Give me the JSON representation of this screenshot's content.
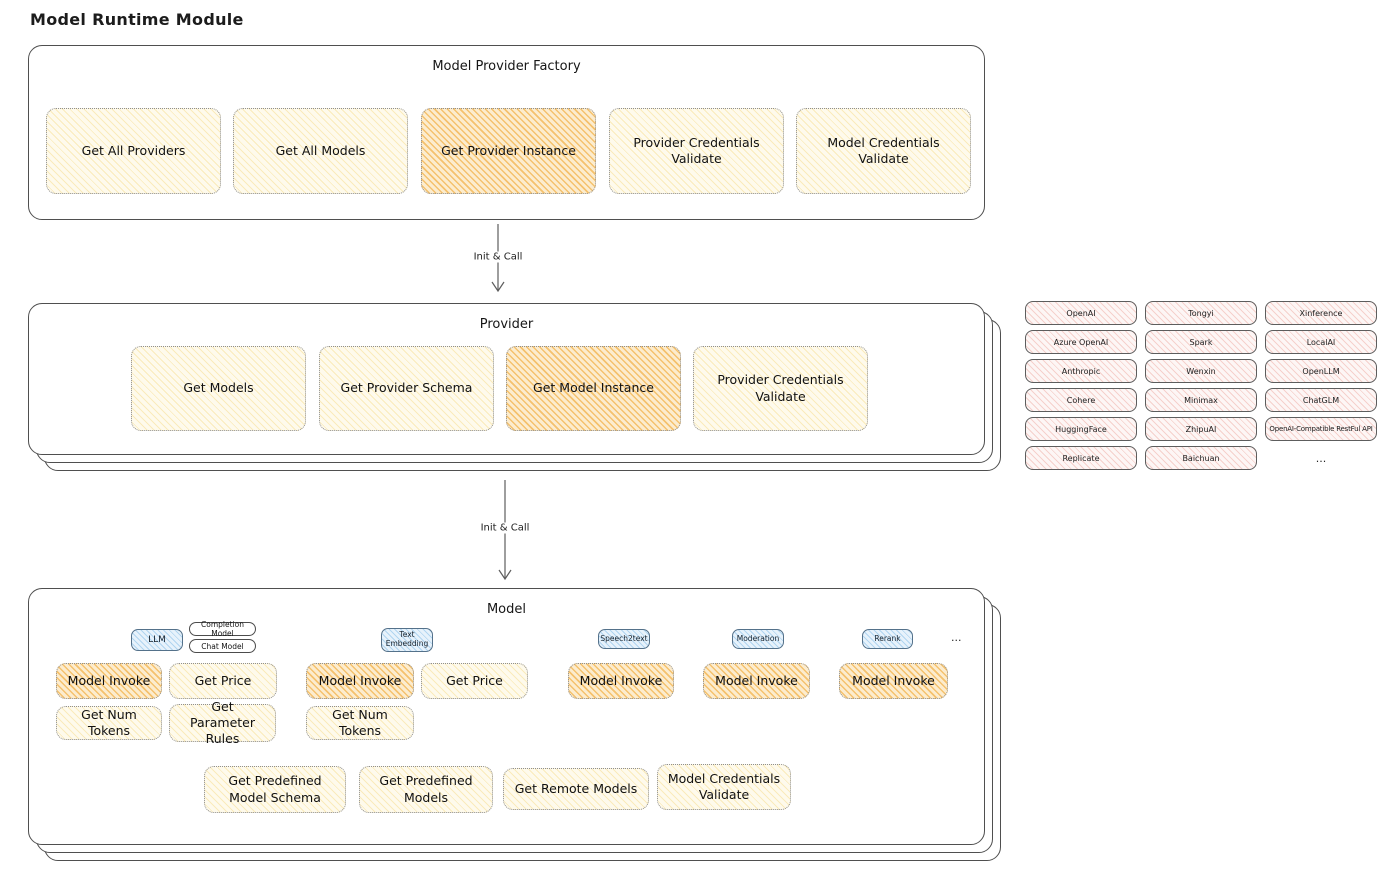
{
  "page_title": "Model Runtime Module",
  "arrows": {
    "first": "Init & Call",
    "second": "Init & Call"
  },
  "factory": {
    "title": "Model Provider Factory",
    "buttons": [
      {
        "label": "Get All Providers",
        "highlight": false
      },
      {
        "label": "Get All Models",
        "highlight": false
      },
      {
        "label": "Get Provider Instance",
        "highlight": true
      },
      {
        "label": "Provider Credentials Validate",
        "highlight": false
      },
      {
        "label": "Model Credentials Validate",
        "highlight": false
      }
    ]
  },
  "provider": {
    "title": "Provider",
    "buttons": [
      {
        "label": "Get Models",
        "highlight": false
      },
      {
        "label": "Get Provider Schema",
        "highlight": false
      },
      {
        "label": "Get Model Instance",
        "highlight": true
      },
      {
        "label": "Provider Credentials Validate",
        "highlight": false
      }
    ]
  },
  "providers_list": {
    "rows": [
      [
        "OpenAI",
        "Tongyi",
        "Xinference"
      ],
      [
        "Azure OpenAI",
        "Spark",
        "LocalAI"
      ],
      [
        "Anthropic",
        "Wenxin",
        "OpenLLM"
      ],
      [
        "Cohere",
        "Minimax",
        "ChatGLM"
      ],
      [
        "HuggingFace",
        "ZhipuAI",
        "OpenAI-Compatible RestFul API"
      ],
      [
        "Replicate",
        "Baichuan",
        "..."
      ]
    ]
  },
  "model": {
    "title": "Model",
    "tabs": {
      "llm": "LLM",
      "completion": "Completion Model",
      "chat": "Chat Model",
      "embedding": "Text Embedding",
      "speech": "Speech2text",
      "moderation": "Moderation",
      "rerank": "Rerank",
      "more": "..."
    },
    "llm_group": {
      "invoke": "Model Invoke",
      "get_price": "Get Price",
      "get_num_tokens": "Get Num Tokens",
      "get_parameter_rules": "Get Parameter Rules"
    },
    "embedding_group": {
      "invoke": "Model Invoke",
      "get_price": "Get Price",
      "get_num_tokens": "Get Num Tokens"
    },
    "speech_group": {
      "invoke": "Model Invoke"
    },
    "moderation_group": {
      "invoke": "Model Invoke"
    },
    "rerank_group": {
      "invoke": "Model Invoke"
    },
    "common": {
      "get_predefined_model_schema": "Get Predefined Model Schema",
      "get_predefined_models": "Get Predefined Models",
      "get_remote_models": "Get Remote Models",
      "model_credentials_validate": "Model Credentials Validate"
    }
  },
  "colors": {
    "highlight_fill": "#f3ba5c",
    "soft_fill": "#fdf4dc",
    "provider_chip_fill": "#f8d8d2",
    "tab_fill": "#cfe6f8",
    "outline": "#4f4f4f"
  }
}
